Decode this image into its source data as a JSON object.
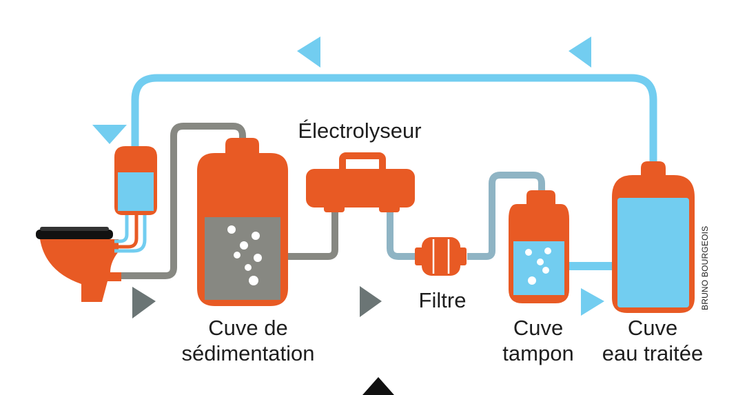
{
  "labels": {
    "electrolyseur": "Électrolyseur",
    "cuve_sedimentation_line1": "Cuve de",
    "cuve_sedimentation_line2": "sédimentation",
    "filtre": "Filtre",
    "cuve_tampon_line1": "Cuve",
    "cuve_tampon_line2": "tampon",
    "cuve_eau_traitee_line1": "Cuve",
    "cuve_eau_traitee_line2": "eau traitée"
  },
  "credit": "BRUNO BOURGEOIS",
  "colors": {
    "tank_orange": "#e85a24",
    "treated_water_blue": "#72cdf0",
    "grey_water": "#878882",
    "filtered_water": "#8fb4c4",
    "bubble": "#ffffff",
    "text": "#1e1e1e"
  },
  "components": [
    "toilet-icon",
    "flush-reservoir",
    "sedimentation-tank",
    "electrolyser",
    "filter",
    "buffer-tank",
    "treated-water-tank"
  ]
}
